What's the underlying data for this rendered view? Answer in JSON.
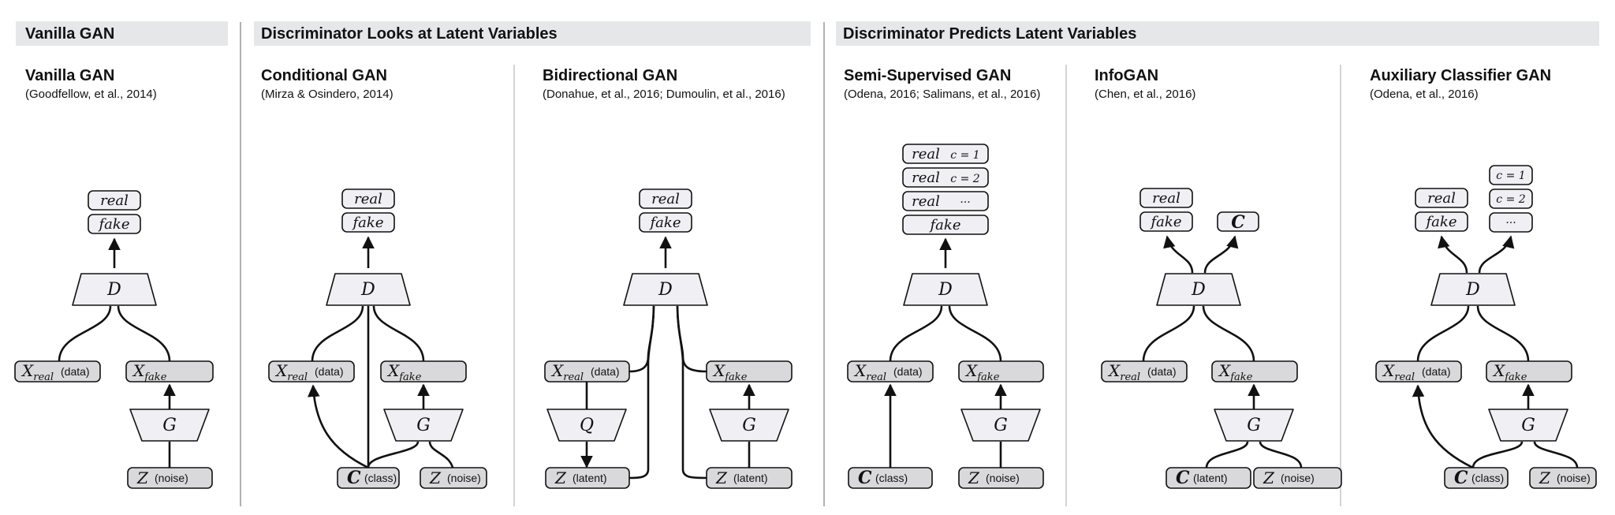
{
  "sections": [
    {
      "title": "Vanilla GAN"
    },
    {
      "title": "Discriminator Looks at Latent Variables"
    },
    {
      "title": "Discriminator Predicts Latent Variables"
    }
  ],
  "panels": {
    "vanilla": {
      "title": "Vanilla GAN",
      "citation": "(Goodfellow, et al., 2014)"
    },
    "conditional": {
      "title": "Conditional GAN",
      "citation": "(Mirza & Osindero, 2014)"
    },
    "bidirectional": {
      "title": "Bidirectional GAN",
      "citation": "(Donahue, et al., 2016;  Dumoulin, et al., 2016)"
    },
    "semisupervised": {
      "title": "Semi-Supervised GAN",
      "citation": "(Odena, 2016;  Salimans, et al., 2016)"
    },
    "infogan": {
      "title": "InfoGAN",
      "citation": "(Chen, et al., 2016)"
    },
    "acgan": {
      "title": "Auxiliary Classifier GAN",
      "citation": "(Odena, et al., 2016)"
    }
  },
  "symbols": {
    "D": "D",
    "G": "G",
    "Q": "Q",
    "Z": "Z",
    "C": "C",
    "X": "X",
    "real_sub": "real",
    "fake_sub": "fake",
    "real": "real",
    "fake": "fake",
    "c1": "c = 1",
    "c2": "c = 2",
    "dots": "···"
  },
  "annotations": {
    "data": "(data)",
    "noise": "(noise)",
    "class": "(class)",
    "latent": "(latent)"
  },
  "colors": {
    "header_bg": "#e6e7e8",
    "node_fill_light": "#efeff4",
    "node_fill_dark": "#d9d9db",
    "stroke": "#111111",
    "divider": "#999999"
  }
}
